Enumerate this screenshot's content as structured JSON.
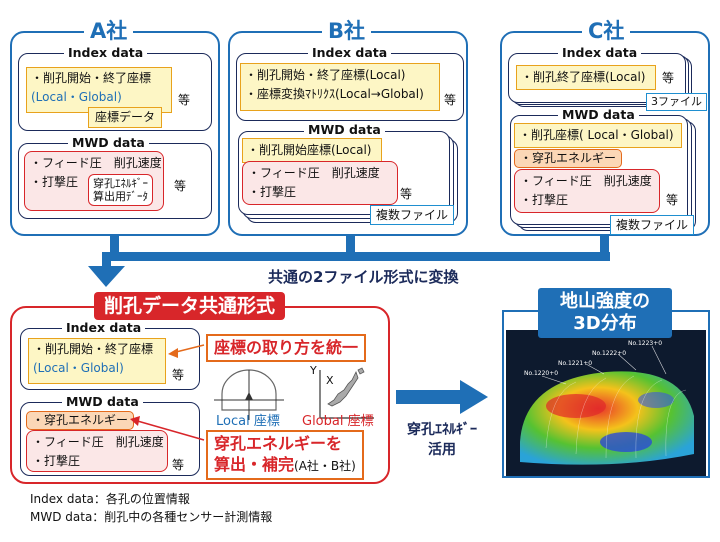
{
  "company_a": {
    "title": "A社",
    "index_title": "Index data",
    "index_item_1": "・削孔開始・終了座標",
    "index_item_2": "(Local・Global)",
    "index_etc": "等",
    "coord_label": "座標データ",
    "mwd_title": "MWD data",
    "mwd_item_1": "・フィード圧　削孔速度",
    "mwd_item_2": "・打撃圧",
    "energy_label_1": "穿孔ｴﾈﾙｷﾞｰ",
    "energy_label_2": "算出用ﾃﾞｰﾀ",
    "mwd_etc": "等"
  },
  "company_b": {
    "title": "B社",
    "index_title": "Index data",
    "index_item_1": "・削孔開始・終了座標(Local)",
    "index_item_2": "・座標変換ﾏﾄﾘｸｽ(Local→Global)",
    "index_etc": "等",
    "mwd_title": "MWD data",
    "mwd_item_1": "・削孔開始座標(Local)",
    "mwd_item_2": "・フィード圧　削孔速度",
    "mwd_item_3": "・打撃圧",
    "mwd_etc": "等",
    "files_label": "複数ファイル"
  },
  "company_c": {
    "title": "C社",
    "index_title": "Index data",
    "index_item_1": "・削孔終了座標(Local)",
    "index_etc": "等",
    "files_3": "3ファイル",
    "mwd_title": "MWD data",
    "mwd_item_1": "・削孔座標( Local・Global)",
    "energy": "・穿孔エネルギー",
    "mwd_item_2": "・フィード圧　削孔速度",
    "mwd_item_3": "・打撃圧",
    "mwd_etc": "等",
    "files_label": "複数ファイル"
  },
  "convert_label": "共通の2ファイル形式に変換",
  "common": {
    "title": "削孔データ共通形式",
    "index_title": "Index data",
    "index_item_1": "・削孔開始・終了座標",
    "index_item_2": "(Local・Global)",
    "index_etc": "等",
    "mwd_title": "MWD data",
    "energy": "・穿孔エネルギー",
    "mwd_item_1": "・フィード圧　削孔速度",
    "mwd_item_2": "・打撃圧",
    "mwd_etc": "等",
    "callout_coord": "座標の取り方を統一",
    "callout_energy_1": "穿孔エネルギーを",
    "callout_energy_2": "算出・補完",
    "callout_energy_note": "(A社・B社)",
    "local_label": "Local 座標",
    "global_label": "Global 座標",
    "axis_x": "X",
    "axis_y": "Y"
  },
  "usage_label_1": "穿孔ｴﾈﾙｷﾞｰ",
  "usage_label_2": "活用",
  "result": {
    "title_1": "地山強度の",
    "title_2": "3D分布",
    "labels": [
      "No.1223+0",
      "No.1222+0",
      "No.1221+0",
      "No.1220+0"
    ]
  },
  "legend": {
    "line_1": "Index data：各孔の位置情報",
    "line_2": "MWD data：削孔中の各種センサー計測情報"
  },
  "colors": {
    "company_blue": "#1f6fb6",
    "accent_red": "#d8262a",
    "accent_orange": "#e46a1b",
    "yellow_fill": "#fdf6c5",
    "pink_fill": "#fbe7e7"
  }
}
